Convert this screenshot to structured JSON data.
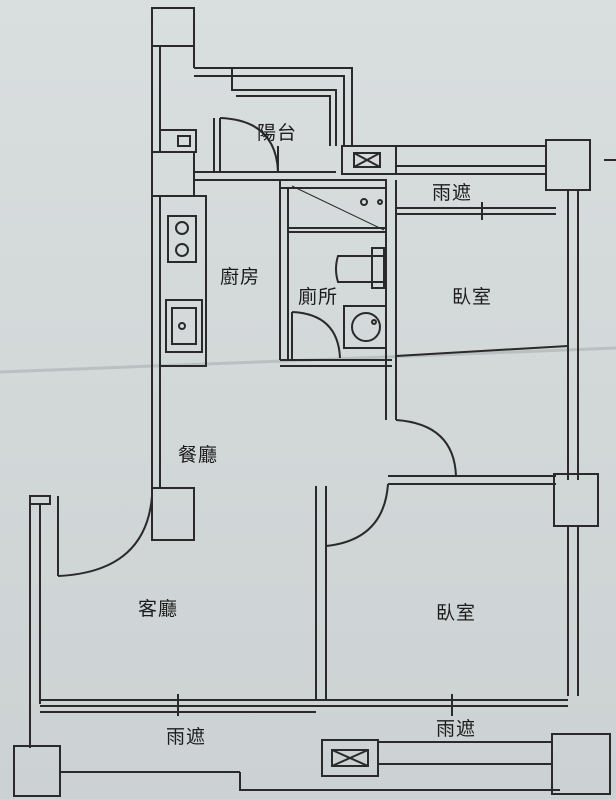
{
  "floorplan": {
    "rooms": {
      "balcony": "陽台",
      "kitchen": "廚房",
      "toilet": "廁所",
      "bedroom_top": "臥室",
      "dining": "餐廳",
      "living": "客廳",
      "bedroom_bottom": "臥室"
    },
    "canopies": {
      "top": "雨遮",
      "bottom_left": "雨遮",
      "bottom_right": "雨遮"
    },
    "colors": {
      "paper": "#d6dbdc",
      "ink": "#2a2a2a"
    }
  }
}
